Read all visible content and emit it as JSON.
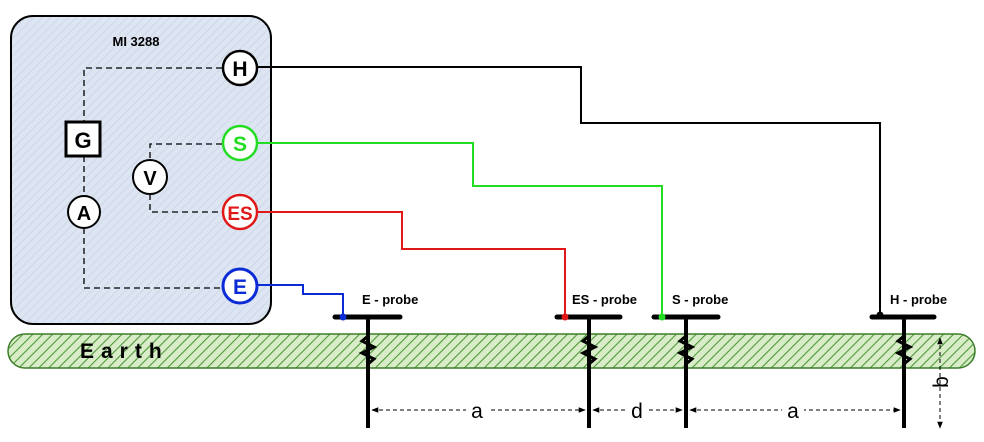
{
  "instrument": {
    "model": "MI 3288",
    "blocks": {
      "generator": "G",
      "ammeter": "A",
      "voltmeter": "V"
    }
  },
  "terminals": [
    {
      "id": "h",
      "label": "H",
      "color": "#000000"
    },
    {
      "id": "s",
      "label": "S",
      "color": "#22dd22"
    },
    {
      "id": "es",
      "label": "ES",
      "color": "#e01818"
    },
    {
      "id": "e",
      "label": "E",
      "color": "#0a2bd6"
    }
  ],
  "probes": [
    {
      "id": "e",
      "label": "E - probe"
    },
    {
      "id": "es",
      "label": "ES - probe"
    },
    {
      "id": "s",
      "label": "S - probe"
    },
    {
      "id": "h",
      "label": "H - probe"
    }
  ],
  "ground": {
    "label": "Earth"
  },
  "dimensions": {
    "a_left": "a",
    "d": "d",
    "a_right": "a",
    "depth": "b"
  },
  "colors": {
    "box_fill": "#dde5f2",
    "earth_fill": "#d8ecc8",
    "earth_hatch": "#4e9a3a",
    "probe": "#000000"
  }
}
